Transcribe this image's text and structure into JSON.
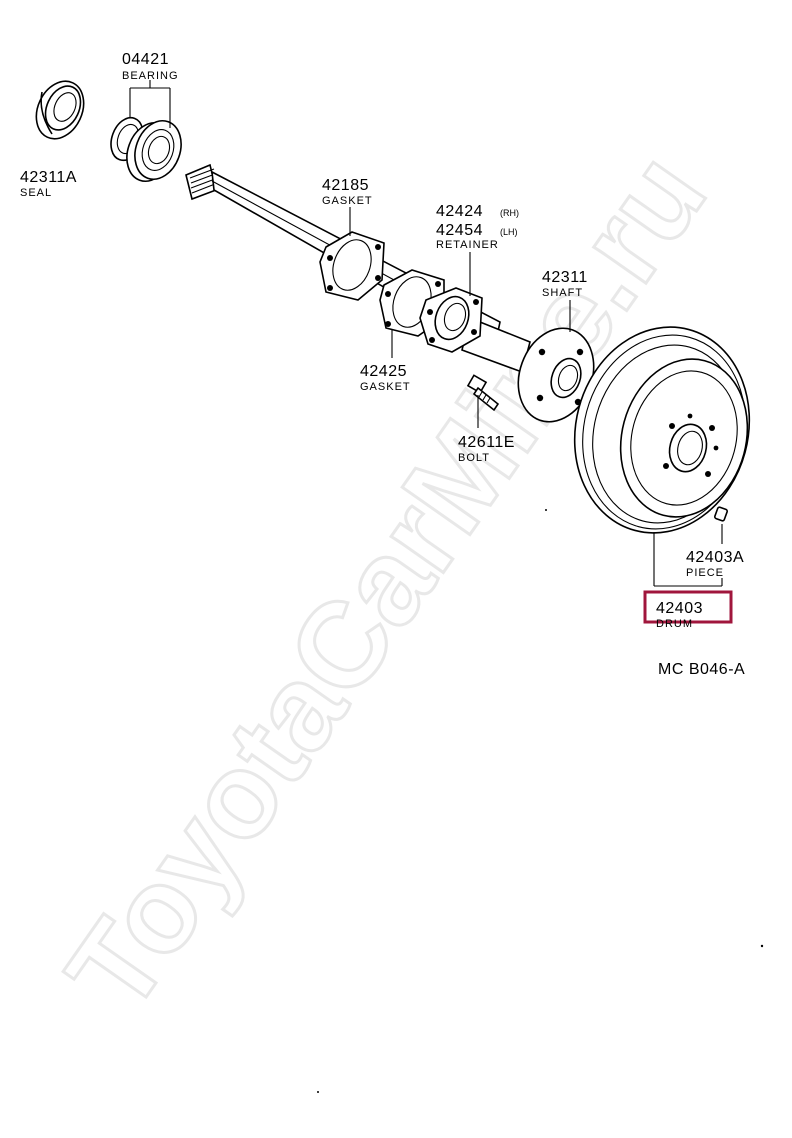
{
  "watermark": "ToyotaCarMine.ru",
  "diagram_code": "MC  B046-A",
  "highlight_color": "#a0163c",
  "parts": {
    "bearing": {
      "number": "04421",
      "name": "BEARING"
    },
    "seal": {
      "number": "42311A",
      "name": "SEAL"
    },
    "gasket_upper": {
      "number": "42185",
      "name": "GASKET"
    },
    "retainer": {
      "number_rh": "42424",
      "suffix_rh": "(RH)",
      "number_lh": "42454",
      "suffix_lh": "(LH)",
      "name": "RETAINER"
    },
    "shaft": {
      "number": "42311",
      "name": "SHAFT"
    },
    "gasket_lower": {
      "number": "42425",
      "name": "GASKET"
    },
    "bolt": {
      "number": "42611E",
      "name": "BOLT"
    },
    "piece": {
      "number": "42403A",
      "name": "PIECE"
    },
    "drum": {
      "number": "42403",
      "name": "DRUM"
    }
  }
}
